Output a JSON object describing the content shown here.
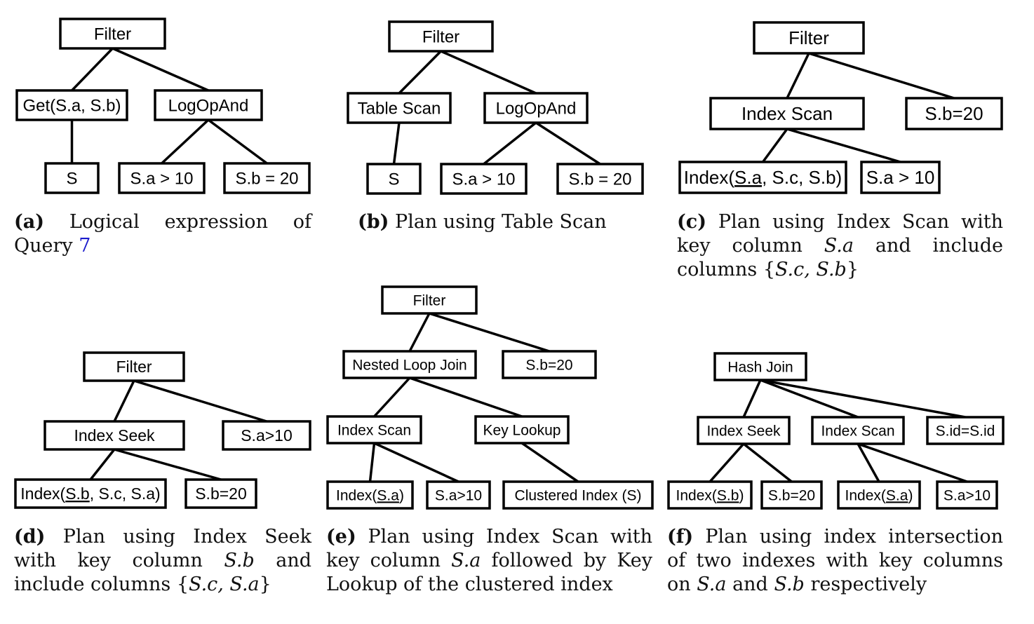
{
  "diagrams": {
    "a": {
      "nodes": {
        "filter": "Filter",
        "get": "Get(S.a, S.b)",
        "logop": "LogOpAnd",
        "s": "S",
        "sa": "S.a > 10",
        "sb": "S.b = 20"
      },
      "edges": [
        [
          "filter",
          "get"
        ],
        [
          "filter",
          "logop"
        ],
        [
          "get",
          "s"
        ],
        [
          "logop",
          "sa"
        ],
        [
          "logop",
          "sb"
        ]
      ]
    },
    "b": {
      "nodes": {
        "filter": "Filter",
        "tablescan": "Table Scan",
        "logop": "LogOpAnd",
        "s": "S",
        "sa": "S.a > 10",
        "sb": "S.b = 20"
      },
      "edges": [
        [
          "filter",
          "tablescan"
        ],
        [
          "filter",
          "logop"
        ],
        [
          "tablescan",
          "s"
        ],
        [
          "logop",
          "sa"
        ],
        [
          "logop",
          "sb"
        ]
      ]
    },
    "c": {
      "nodes": {
        "filter": "Filter",
        "indexscan": "Index Scan",
        "sb": "S.b=20",
        "index": "Index(S.a, S.c, S.b)",
        "sa": "S.a > 10"
      },
      "underline": {
        "index": "S.a"
      },
      "edges": [
        [
          "filter",
          "indexscan"
        ],
        [
          "filter",
          "sb"
        ],
        [
          "indexscan",
          "index"
        ],
        [
          "indexscan",
          "sa"
        ]
      ]
    },
    "d": {
      "nodes": {
        "filter": "Filter",
        "indexseek": "Index Seek",
        "sa": "S.a>10",
        "index": "Index(S.b, S.c, S.a)",
        "sb": "S.b=20"
      },
      "underline": {
        "index": "S.b"
      },
      "edges": [
        [
          "filter",
          "indexseek"
        ],
        [
          "filter",
          "sa"
        ],
        [
          "indexseek",
          "index"
        ],
        [
          "indexseek",
          "sb"
        ]
      ]
    },
    "e": {
      "nodes": {
        "filter": "Filter",
        "nlj": "Nested Loop Join",
        "sb": "S.b=20",
        "indexscan": "Index Scan",
        "keylookup": "Key Lookup",
        "index": "Index(S.a)",
        "sa": "S.a>10",
        "clustered": "Clustered Index (S)"
      },
      "underline": {
        "index": "S.a"
      },
      "edges": [
        [
          "filter",
          "nlj"
        ],
        [
          "filter",
          "sb"
        ],
        [
          "nlj",
          "indexscan"
        ],
        [
          "nlj",
          "keylookup"
        ],
        [
          "indexscan",
          "index"
        ],
        [
          "indexscan",
          "sa"
        ],
        [
          "keylookup",
          "clustered"
        ]
      ]
    },
    "f": {
      "nodes": {
        "hashjoin": "Hash Join",
        "indexseek": "Index Seek",
        "indexscan": "Index Scan",
        "sid": "S.id=S.id",
        "indexb": "Index(S.b)",
        "sb": "S.b=20",
        "indexa": "Index(S.a)",
        "sa": "S.a>10"
      },
      "underline": {
        "indexb": "S.b",
        "indexa": "S.a"
      },
      "edges": [
        [
          "hashjoin",
          "indexseek"
        ],
        [
          "hashjoin",
          "indexscan"
        ],
        [
          "hashjoin",
          "sid"
        ],
        [
          "indexseek",
          "indexb"
        ],
        [
          "indexseek",
          "sb"
        ],
        [
          "indexscan",
          "indexa"
        ],
        [
          "indexscan",
          "sa"
        ]
      ]
    }
  },
  "captions": {
    "a": {
      "tag": "(a)",
      "text": "Logical expression of Query",
      "ref": "7"
    },
    "b": {
      "tag": "(b)",
      "text": "Plan using Table Scan"
    },
    "c": {
      "tag": "(c)",
      "text1": "Plan using Index Scan with key column",
      "var1": "S.a",
      "text2": "and include columns {",
      "var2": "S.c, S.b",
      "text3": "}"
    },
    "d": {
      "tag": "(d)",
      "text1": "Plan using Index Seek with key column",
      "var1": "S.b",
      "text2": "and include columns {",
      "var2": "S.c, S.a",
      "text3": "}"
    },
    "e": {
      "tag": "(e)",
      "text1": "Plan using Index Scan with key column",
      "var1": "S.a",
      "text2": "followed by Key Lookup of the clustered index"
    },
    "f": {
      "tag": "(f)",
      "text1": "Plan using index intersection of two indexes with key columns on",
      "var1": "S.a",
      "text2": "and",
      "var2": "S.b",
      "text3": "respectively"
    }
  }
}
